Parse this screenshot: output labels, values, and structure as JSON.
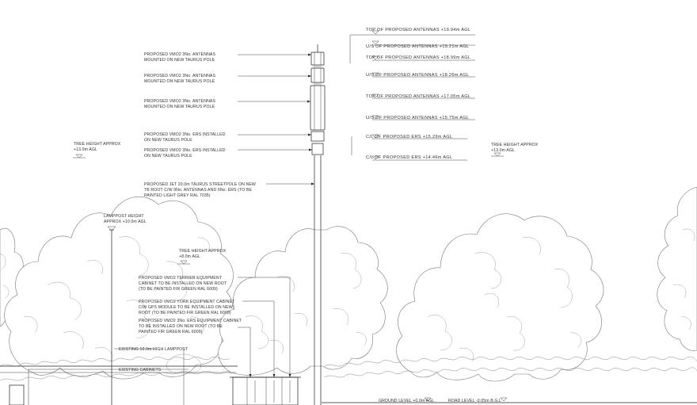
{
  "pole_callouts": [
    {
      "line1": "PROPOSED VMO2 3No. ANTENNAS",
      "line2": "MOUNTED ON NEW TAURUS POLE"
    },
    {
      "line1": "PROPOSED VMO2 3No. ANTENNAS",
      "line2": "MOUNTED ON NEW TAURUS POLE"
    },
    {
      "line1": "PROPOSED VMO2 3No. ANTENNAS",
      "line2": "MOUNTED ON NEW TAURUS POLE"
    },
    {
      "line1": "PROPOSED VMO2 3No. ERS INSTALLED",
      "line2": "ON NEW TAURUS POLE"
    },
    {
      "line1": "PROPOSED VMO2 3No. ERS INSTALLED",
      "line2": "ON NEW TAURUS POLE"
    }
  ],
  "streetpole_note": {
    "line1": "PROPOSED JET 20.0m TAURUS STREETPOLE ON NEW",
    "line2": "TB ROOT C/W 9No. ANTENNAS AND 6No. ERS (TO BE",
    "line3": "PAINTED LIGHT GREY RAL 7035)"
  },
  "levels": [
    "TOP OF PROPOSED ANTENNAS +19.94m AGL",
    "U/S OF PROPOSED ANTENNAS +19.21m AGL",
    "TOP OF PROPOSED ANTENNAS +18.99m AGL",
    "U/S OF PROPOSED ANTENNAS +18.26m AGL",
    "TOP OF PROPOSED ANTENNAS +17.05m AGL",
    "U/S OF PROPOSED ANTENNAS +15.75m AGL",
    "C/L OF PROPOSED ERS +15.29m AGL",
    "C/L OF PROPOSED ERS +14.46m AGL"
  ],
  "tree_heights": [
    {
      "line1": "TREE HEIGHT APPROX",
      "line2": "+13.0m AGL"
    },
    {
      "line1": "TREE HEIGHT APPROX",
      "line2": "+13.0m AGL"
    },
    {
      "line1": "TREE HEIGHT APPROX",
      "line2": "+8.0m AGL"
    }
  ],
  "lamppost_height": {
    "line1": "LAMPPOST HEIGHT",
    "line2": "APPROX +10.0m AGL"
  },
  "cabinet_notes": [
    {
      "line1": "PROPOSED VMO2 TERRIER EQUIPMENT",
      "line2": "CABINET TO BE INSTALLED ON NEW ROOT",
      "line3": "(TO BE PAINTED FIR GREEN RAL 6009)"
    },
    {
      "line1": "PROPOSED VMO2 YORK EQUIPMENT CABINET",
      "line2": "C/W GPS MODULE TO BE INSTALLED ON NEW",
      "line3": "ROOT (TO BE PAINTED FIR GREEN RAL 6009)"
    },
    {
      "line1": "PROPOSED VMO2 3No. ERS EQUIPMENT CABINET",
      "line2": "TO BE INSTALLED ON NEW ROOT (TO BE",
      "line3": "PAINTED FIR GREEN RAL 6009)"
    }
  ],
  "existing_lamppost": "EXISTING 10.0m HIGH LAMPPOST",
  "existing_cabinets": "EXISTING CABINETS",
  "ground_level": "GROUND LEVEL +0.0m AGL",
  "road_level": "ROAD LEVEL -0.05m B.G.L"
}
